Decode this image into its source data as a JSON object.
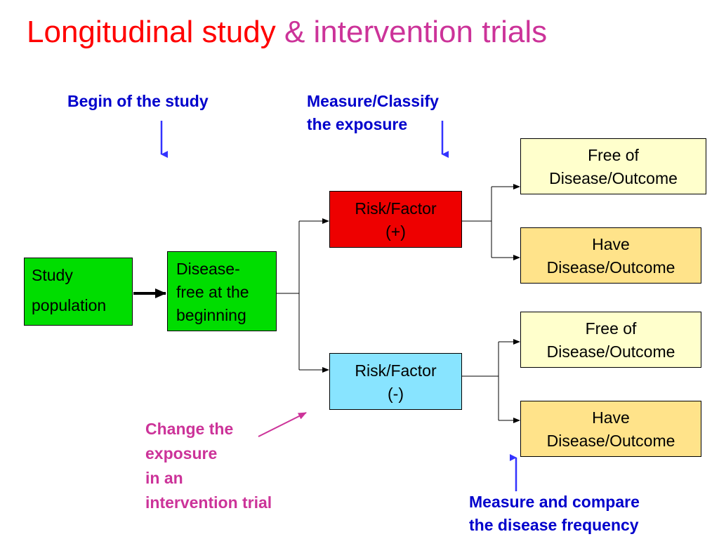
{
  "title": {
    "part1": "Longitudinal study",
    "part2": "& intervention trials"
  },
  "annotations": {
    "begin": "Begin of the study",
    "measure_line1": "Measure/Classify",
    "measure_line2": "the exposure",
    "change_lines": [
      "Change the",
      "exposure",
      "in an",
      "intervention trial"
    ],
    "compare_lines": [
      "Measure and compare",
      "the disease frequency"
    ]
  },
  "nodes": {
    "study_population": {
      "lines": [
        "Study",
        "population"
      ]
    },
    "disease_free": {
      "lines": [
        "Disease-",
        "free at the",
        "beginning"
      ]
    },
    "risk_pos": {
      "lines": [
        "Risk/Factor",
        "(+)"
      ]
    },
    "risk_neg": {
      "lines": [
        "Risk/Factor",
        "(-)"
      ]
    },
    "pos_free": {
      "lines": [
        "Free of",
        "Disease/Outcome"
      ]
    },
    "pos_have": {
      "lines": [
        "Have",
        "Disease/Outcome"
      ]
    },
    "neg_free": {
      "lines": [
        "Free of",
        "Disease/Outcome"
      ]
    },
    "neg_have": {
      "lines": [
        "Have",
        "Disease/Outcome"
      ]
    }
  },
  "colors": {
    "title_main": "#ff0000",
    "title_accent": "#cc3399",
    "annotation_blue": "#0000cc",
    "annotation_magenta": "#cc3399",
    "study_green": "#00dd00",
    "risk_pos_red": "#ee0000",
    "risk_neg_cyan": "#88e4ff",
    "free_yellow": "#ffffcc",
    "have_orange": "#ffe38a"
  }
}
